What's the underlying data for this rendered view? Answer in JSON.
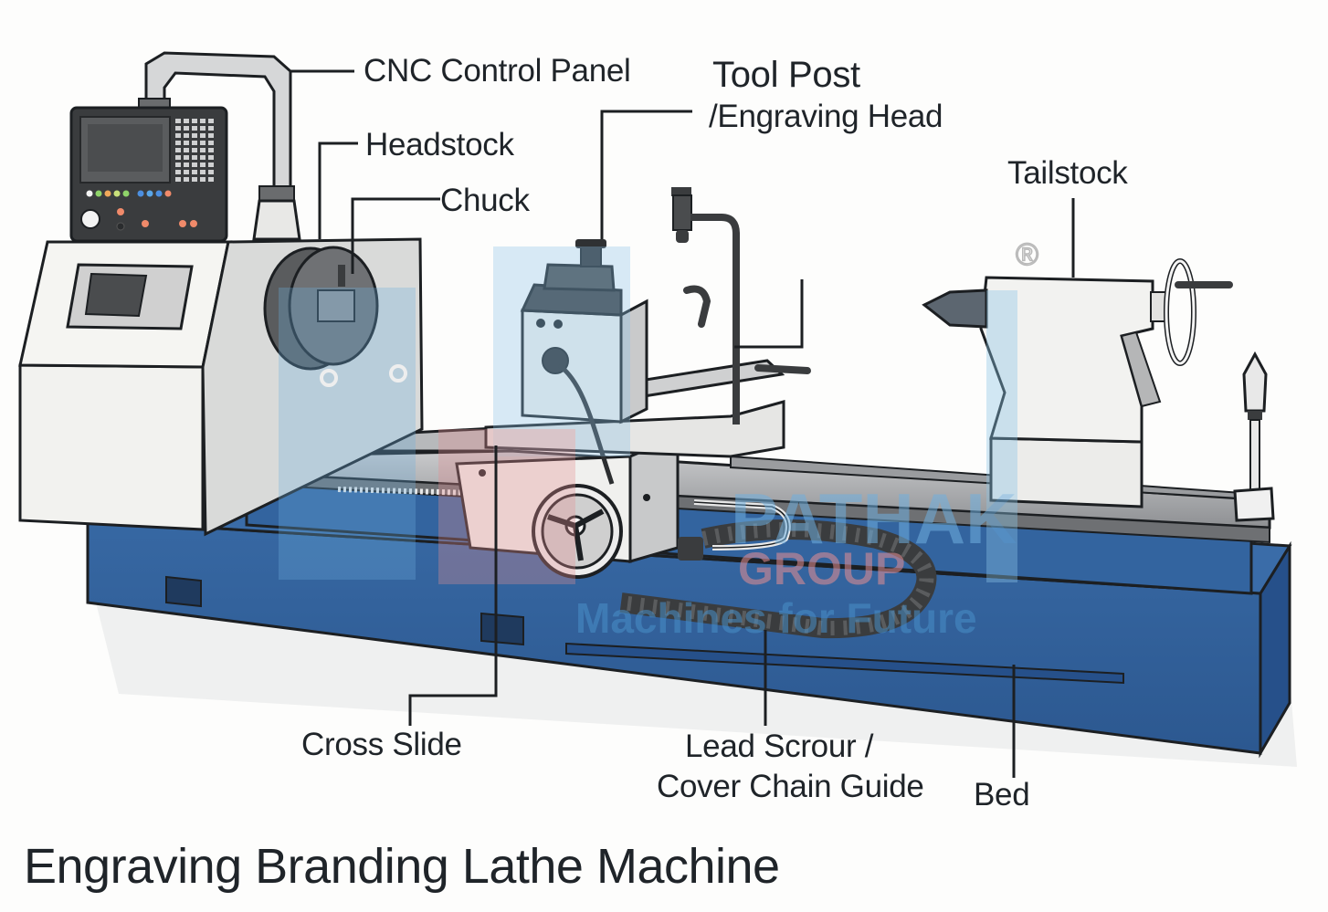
{
  "title": "Engraving Branding Lathe Machine",
  "labels": {
    "cnc_control_panel": "CNC Control Panel",
    "tool_post": "Tool Post",
    "engraving_head": "/Engraving Head",
    "headstock": "Headstock",
    "chuck": "Chuck",
    "tailstock": "Tailstock",
    "cross_slide": "Cross Slide",
    "lead_screw_line1": "Lead Scrour /",
    "lead_screw_line2": "Cover Chain Guide",
    "bed": "Bed"
  },
  "watermark": {
    "brand_part1": "PAT",
    "brand_part2": "HAK",
    "group": "GROUP",
    "tagline": "Machines for Future",
    "registered_mark": "®"
  },
  "colors": {
    "bed_blue": "#2f5f98",
    "body_white": "#efefec",
    "steel_gray": "#a9abad",
    "panel_dark": "#3a3c3e",
    "outline": "#1c1f22",
    "watermark_blue": "#8cc3e6",
    "watermark_red": "#e58f93"
  },
  "control_panel": {
    "indicator_colors": [
      "#f4f4f4",
      "#8fd46a",
      "#f0a85a",
      "#c9e07a",
      "#8fd46a",
      "#4c8fe0",
      "#5aa6e8",
      "#4c8fe0",
      "#f08a6a"
    ]
  }
}
